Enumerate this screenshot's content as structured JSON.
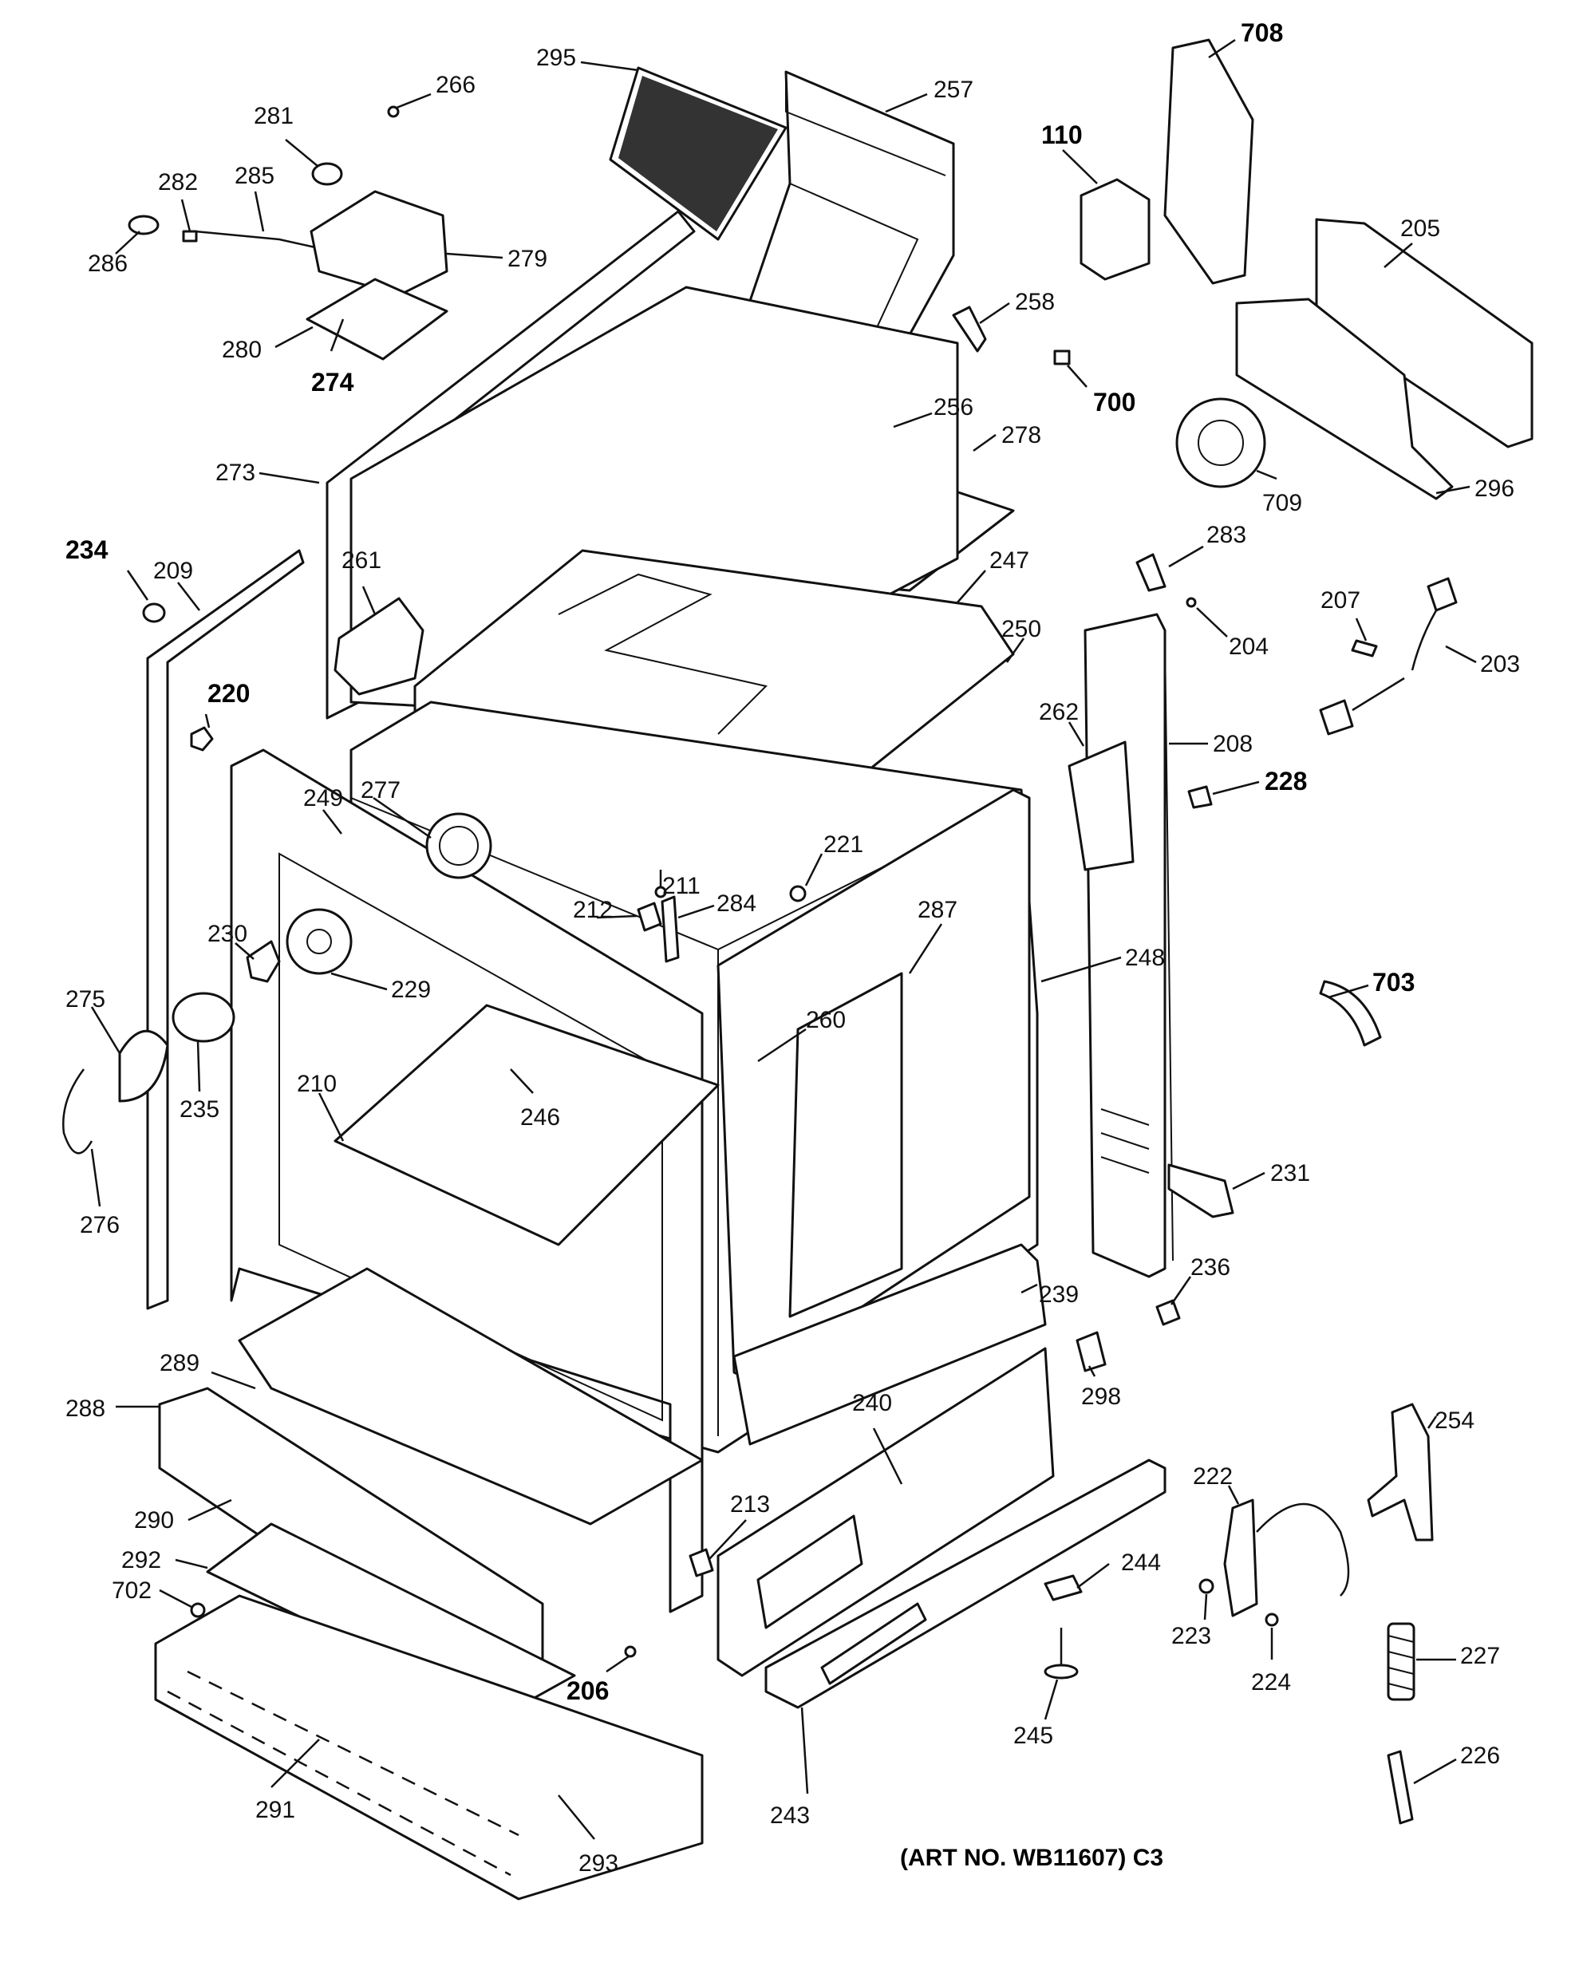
{
  "art_number": "(ART NO. WB11607) C3",
  "callouts": {
    "c295": "295",
    "c266": "266",
    "c257": "257",
    "c110": "110",
    "c708": "708",
    "c281": "281",
    "c282": "282",
    "c285": "285",
    "c279": "279",
    "c286": "286",
    "c280": "280",
    "c274": "274",
    "c258": "258",
    "c205": "205",
    "c700": "700",
    "c256": "256",
    "c278": "278",
    "c709": "709",
    "c296": "296",
    "c273": "273",
    "c234": "234",
    "c209": "209",
    "c261": "261",
    "c283": "283",
    "c247": "247",
    "c204": "204",
    "c207": "207",
    "c203": "203",
    "c250": "250",
    "c262": "262",
    "c208": "208",
    "c220": "220",
    "c228": "228",
    "c249": "249",
    "c277": "277",
    "c221": "221",
    "c211": "211",
    "c212": "212",
    "c284": "284",
    "c287": "287",
    "c248": "248",
    "c230": "230",
    "c229": "229",
    "c703": "703",
    "c275": "275",
    "c260": "260",
    "c235": "235",
    "c210": "210",
    "c246": "246",
    "c231": "231",
    "c276": "276",
    "c236": "236",
    "c239": "239",
    "c298": "298",
    "c289": "289",
    "c240": "240",
    "c254": "254",
    "c288": "288",
    "c222": "222",
    "c290": "290",
    "c213": "213",
    "c292": "292",
    "c244": "244",
    "c702": "702",
    "c223": "223",
    "c227": "227",
    "c206": "206",
    "c224": "224",
    "c245": "245",
    "c226": "226",
    "c291": "291",
    "c243": "243",
    "c293": "293"
  }
}
